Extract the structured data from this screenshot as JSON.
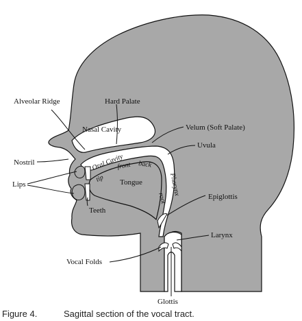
{
  "labels": {
    "alveolar_ridge": "Alveolar Ridge",
    "hard_palate": "Hard Palate",
    "nasal_cavity": "Nasal Cavity",
    "velum": "Velum (Soft Palate)",
    "uvula": "Uvula",
    "nostril": "Nostril",
    "oral_cavity": "Oral Cavity",
    "lips": "Lips",
    "tip": "tip",
    "front": "front",
    "back": "back",
    "tongue": "Tongue",
    "root": "root",
    "pharynx": "Pharynx",
    "epiglottis": "Epiglottis",
    "teeth": "Teeth",
    "larynx": "Larynx",
    "vocal_folds": "Vocal Folds",
    "glottis": "Glottis"
  },
  "caption": {
    "figure": "Figure 4.",
    "text": "Sagittal section of the vocal tract."
  },
  "colors": {
    "head_fill": "#a8a8a8",
    "cavity_fill": "#ffffff",
    "outline": "#111111"
  }
}
